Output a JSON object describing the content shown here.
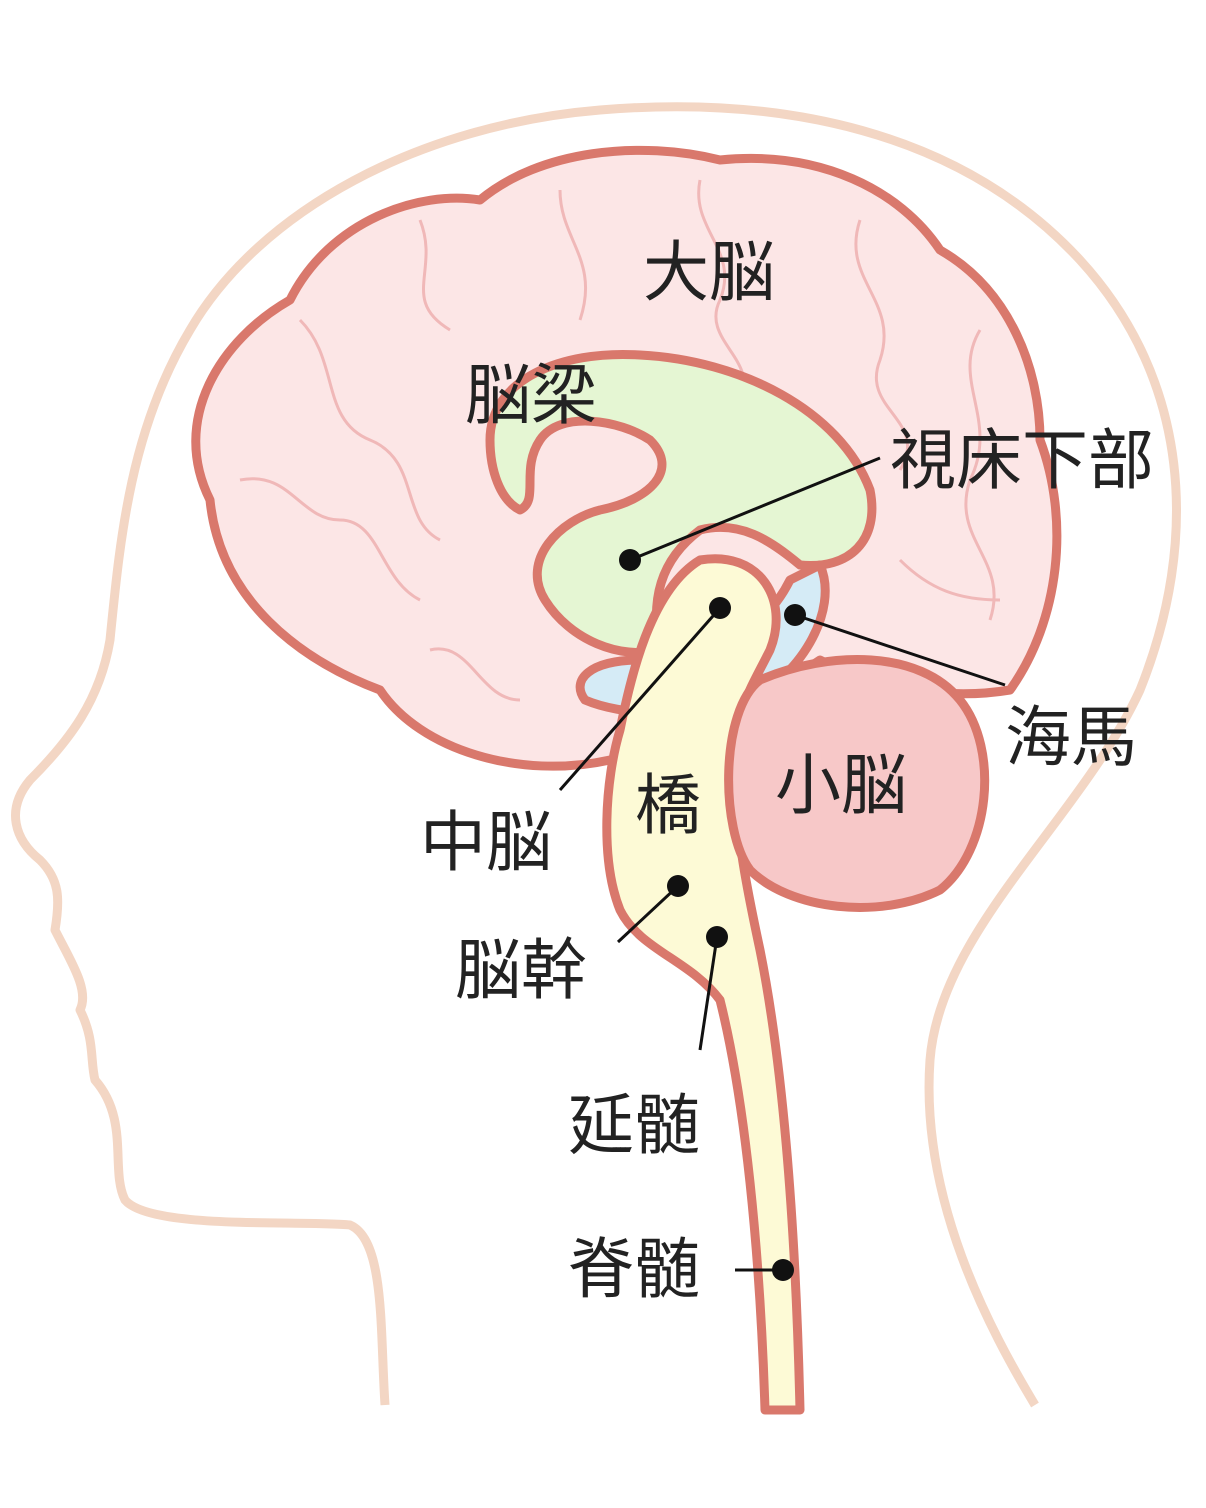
{
  "labels": {
    "cerebrum": "大脳",
    "corpus_callosum": "脳梁",
    "hypothalamus": "視床下部",
    "hippocampus": "海馬",
    "cerebellum": "小脳",
    "pons": "橋",
    "midbrain": "中脳",
    "brainstem": "脳幹",
    "medulla": "延髄",
    "spinal_cord": "脊髄"
  },
  "colors": {
    "head_outline": "#f3d6c4",
    "brain_fill": "#fce6e6",
    "brain_stroke": "#d9786c",
    "corpus_callosum": "#e5f6d3",
    "brainstem": "#fdfad6",
    "hippocampus": "#d5ebf6",
    "cerebellum": "#f7c8c8"
  }
}
